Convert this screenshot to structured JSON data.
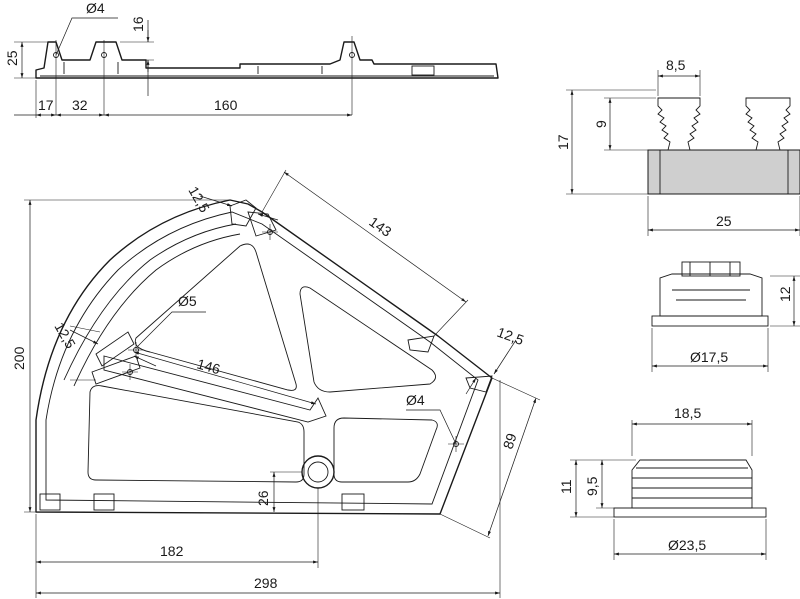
{
  "drawing": {
    "top_view": {
      "dim_hole_diameter": "Ø4",
      "dim_height_small": "16",
      "dim_height": "25",
      "dim_17": "17",
      "dim_32": "32",
      "dim_160": "160"
    },
    "main_view": {
      "dim_height_200": "200",
      "dim_12_5_top": "12,5",
      "dim_143": "143",
      "dim_hole_5": "Ø5",
      "dim_12_5_left": "12,5",
      "dim_146": "146",
      "dim_12_5_right": "12,5",
      "dim_hole_4": "Ø4",
      "dim_89": "89",
      "dim_26": "26",
      "dim_182": "182",
      "dim_298": "298"
    },
    "detail_connector": {
      "dim_width_top": "8,5",
      "dim_9": "9",
      "dim_17": "17",
      "dim_25": "25"
    },
    "detail_cap": {
      "dim_12": "12",
      "dim_diameter": "Ø17,5"
    },
    "detail_plug": {
      "dim_width": "18,5",
      "dim_11": "11",
      "dim_9_5": "9,5",
      "dim_diameter": "Ø23,5"
    }
  }
}
